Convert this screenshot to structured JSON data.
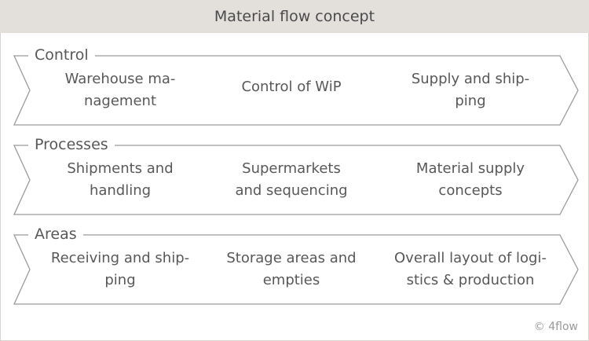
{
  "title": "Material flow concept",
  "rows": [
    {
      "label": "Control",
      "items": [
        "Warehouse ma-\nnagement",
        "Control of WiP",
        "Supply and ship-\nping"
      ]
    },
    {
      "label": "Processes",
      "items": [
        "Shipments and\nhandling",
        "Supermarkets\nand sequencing",
        "Material supply\nconcepts"
      ]
    },
    {
      "label": "Areas",
      "items": [
        "Receiving and ship-\nping",
        "Storage areas and\nempties",
        "Overall layout of logi-\nstics & production"
      ]
    }
  ],
  "copyright": "© 4flow",
  "colors": {
    "header_bg": "#e3e0dc",
    "stroke": "#9a9a9c",
    "text": "#58585a"
  }
}
